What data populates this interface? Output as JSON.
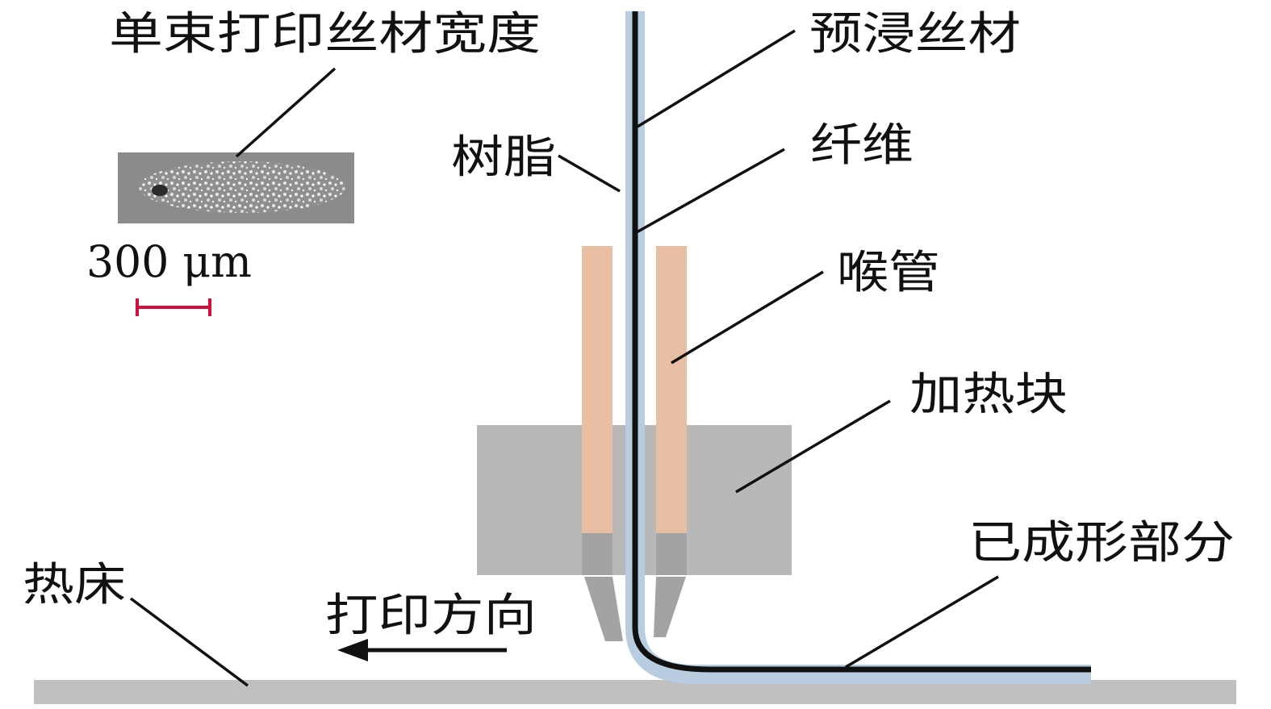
{
  "labels": {
    "single_width": "单束打印丝材宽度",
    "prepreg": "预浸丝材",
    "resin": "树脂",
    "fiber": "纤维",
    "throat": "喉管",
    "heater_block": "加热块",
    "formed_part": "已成形部分",
    "hot_bed": "热床",
    "print_direction": "打印方向"
  },
  "scale_bar": {
    "text": "300 μm"
  },
  "colors": {
    "resin": "#b9cde0",
    "fiber": "#111111",
    "throat": "#e8bfa2",
    "heater_block": "#b8b8b8",
    "nozzle_tip": "#a3a3a3",
    "hot_bed": "#c0c0c0",
    "scale_bar": "#d0103a",
    "leader_line": "#111111"
  },
  "icons": {
    "print_direction_arrow": "arrow-left-icon"
  }
}
